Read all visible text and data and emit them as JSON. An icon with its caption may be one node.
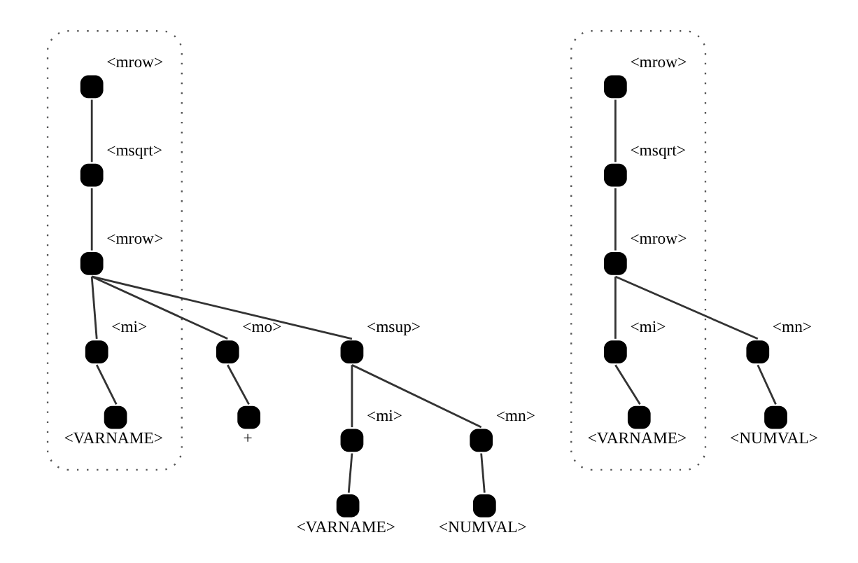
{
  "diagram": {
    "nodes": [
      {
        "text": [],
        "shape": "cloud"
      },
      {
        "text": [],
        "shape": "circle",
        "beside": [
          "<mrow>"
        ],
        "in": 0
      },
      {
        "text": [],
        "shape": "circle",
        "beside": [
          "<msqrt>"
        ],
        "in": 0
      },
      {
        "text": [],
        "shape": "circle",
        "beside": [
          "<mrow>"
        ],
        "in": 0
      },
      {
        "text": [],
        "shape": "circle",
        "beside": [
          "<mi>"
        ],
        "in": 0
      },
      {
        "text": [],
        "shape": "circle",
        "beside": [
          "<mo>"
        ]
      },
      {
        "text": [],
        "shape": "circle",
        "beside": [
          "<msup>"
        ]
      },
      {
        "text": [],
        "shape": "circle",
        "beside": [
          "<VARNAME>"
        ],
        "in": 0
      },
      {
        "text": [],
        "shape": "circle",
        "beside": [
          "+"
        ]
      },
      {
        "text": [],
        "shape": "circle",
        "beside": [
          "<mi>"
        ]
      },
      {
        "text": [],
        "shape": "circle",
        "beside": [
          "<mn>"
        ]
      },
      {
        "text": [],
        "shape": "circle",
        "beside": [
          "<VARNAME>"
        ]
      },
      {
        "text": [],
        "shape": "circle",
        "beside": [
          "<NUMVAL>"
        ]
      },
      {
        "text": [],
        "shape": "cloud"
      },
      {
        "text": [],
        "shape": "circle",
        "beside": [
          "<mrow>"
        ],
        "in": 13
      },
      {
        "text": [],
        "shape": "circle",
        "beside": [
          "<msqrt>"
        ],
        "in": 13
      },
      {
        "text": [],
        "shape": "circle",
        "beside": [
          "<mrow>"
        ],
        "in": 13
      },
      {
        "text": [],
        "shape": "circle",
        "beside": [
          "<mn>"
        ]
      },
      {
        "text": [],
        "shape": "circle",
        "beside": [
          "<mi>"
        ],
        "in": 13
      },
      {
        "text": [],
        "shape": "circle",
        "beside": [
          "<NUMVAL>"
        ]
      },
      {
        "text": [],
        "shape": "circle",
        "beside": [
          "<VARNAME>"
        ],
        "in": 13
      }
    ],
    "edges": [
      {
        "from": 1,
        "to": 2,
        "arrow": "none"
      },
      {
        "from": 2,
        "to": 3,
        "arrow": "none"
      },
      {
        "from": 3,
        "to": 4,
        "arrow": "none"
      },
      {
        "from": 3,
        "to": 5,
        "arrow": "none"
      },
      {
        "from": 3,
        "to": 6,
        "arrow": "none"
      },
      {
        "from": 4,
        "to": 7,
        "arrow": "none"
      },
      {
        "from": 5,
        "to": 8,
        "arrow": "none"
      },
      {
        "from": 6,
        "to": 9,
        "arrow": "none"
      },
      {
        "from": 6,
        "to": 10,
        "arrow": "none"
      },
      {
        "from": 9,
        "to": 11,
        "arrow": "none"
      },
      {
        "from": 10,
        "to": 12,
        "arrow": "none"
      },
      {
        "from": 14,
        "to": 15,
        "arrow": "none"
      },
      {
        "from": 15,
        "to": 16,
        "arrow": "none"
      },
      {
        "from": 16,
        "to": 17,
        "arrow": "none"
      },
      {
        "from": 16,
        "to": 18,
        "arrow": "none"
      },
      {
        "from": 17,
        "to": 19,
        "arrow": "none"
      },
      {
        "from": 18,
        "to": 20,
        "arrow": "none"
      }
    ]
  }
}
